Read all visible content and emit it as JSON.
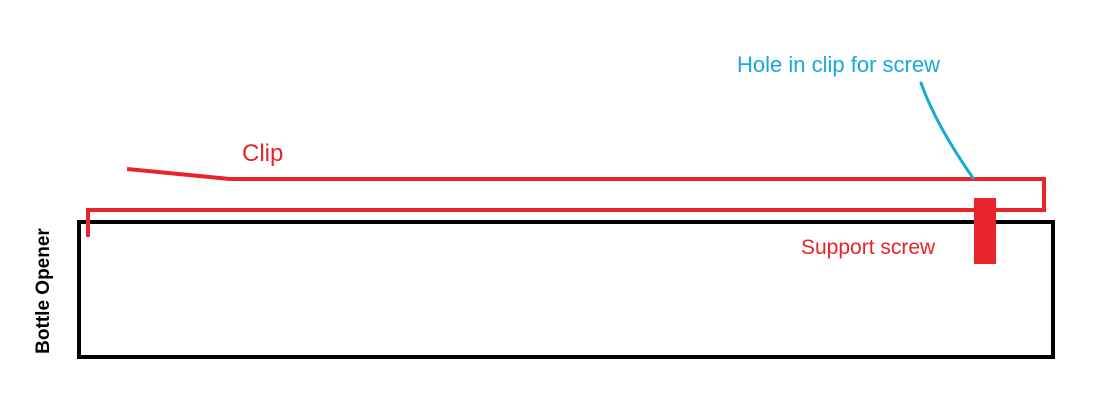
{
  "labels": {
    "clip": "Clip",
    "hole": "Hole in clip for screw",
    "support_screw": "Support screw",
    "bottle_opener": "Bottle Opener"
  },
  "colors": {
    "clip": "#e8232a",
    "hole_annotation": "#17a9dc",
    "opener_outline": "#000000",
    "opener_label": "#000000",
    "background": "#ffffff"
  }
}
